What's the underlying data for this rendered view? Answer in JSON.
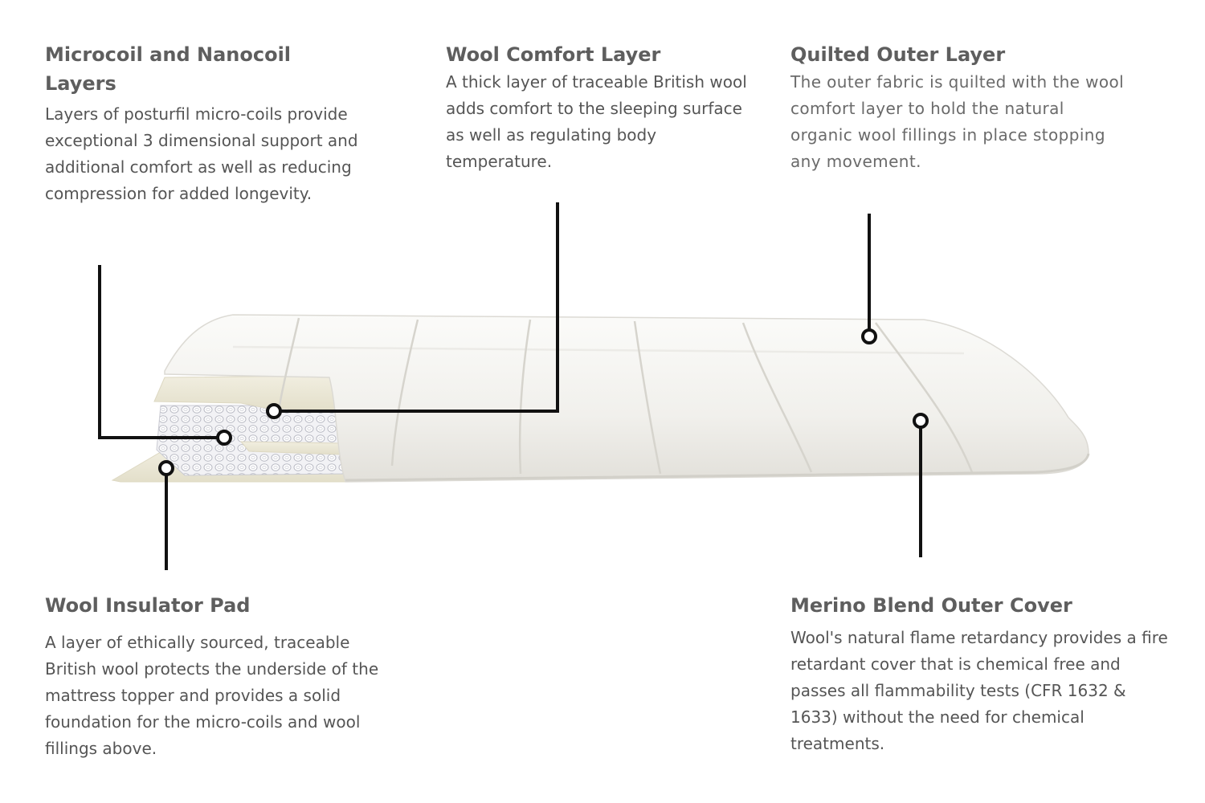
{
  "callouts": {
    "microcoil": {
      "title": "Microcoil and Nanocoil Layers",
      "description": "Layers of posturfil micro-coils provide exceptional 3 dimensional support and additional comfort as well as reducing compression for added longevity."
    },
    "wool_comfort": {
      "title": "Wool Comfort Layer",
      "description": "A thick layer of traceable British wool adds comfort to the sleeping surface as well as regulating body temperature."
    },
    "quilted_outer": {
      "title": "Quilted Outer Layer",
      "description": "The outer fabric is quilted with the wool comfort layer to hold the natural organic wool fillings in place stopping any movement."
    },
    "wool_insulator": {
      "title": "Wool Insulator Pad",
      "description": "A layer of ethically sourced, traceable British wool protects the underside of the mattress topper and provides a solid foundation for the micro-coils and wool fillings above."
    },
    "merino_cover": {
      "title": "Merino Blend Outer Cover",
      "description": "Wool's natural flame retardancy provides a fire retardant cover that is chemical free and passes all flammability tests (CFR 1632 & 1633) without the need for chemical treatments."
    }
  },
  "colors": {
    "leader_line": "#111111",
    "topper_fabric": "#f3f2ef",
    "wool_layer": "#ece8d6",
    "coil_layer": "#e9e9ee",
    "heading_text": "#5e5e5e",
    "body_text": "#555555"
  }
}
